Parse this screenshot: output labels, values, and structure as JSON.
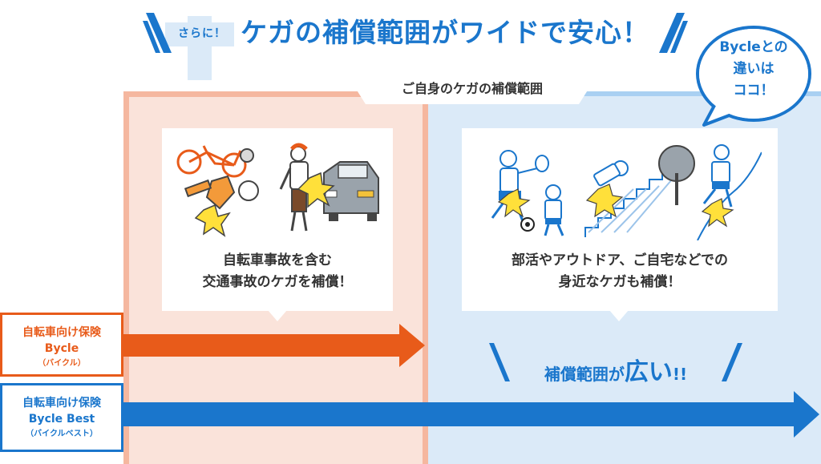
{
  "headline": {
    "prefix": "さらに！",
    "title": "ケガの補償範囲がワイドで安心！"
  },
  "bubble": {
    "line1": "Bycleとの",
    "line2": "違いは",
    "line3": "ココ！"
  },
  "scope_label": "ご自身のケガの補償範囲",
  "left_card": {
    "line1": "自転車事故を含む",
    "line2": "交通事故のケガを補償！"
  },
  "right_card": {
    "line1": "部活やアウトドア、ご自宅などでの",
    "line2": "身近なケガも補償！"
  },
  "insurance": {
    "bycle": {
      "line1": "自転車向け保険",
      "line2": "Bycle",
      "line3": "（バイクル）"
    },
    "bycle_best": {
      "line1": "自転車向け保険",
      "line2": "Bycle Best",
      "line3": "（バイクルベスト）"
    }
  },
  "wide_text": {
    "pre": "補償範囲が",
    "big": "広い",
    "post": "!!"
  },
  "colors": {
    "blue": "#1a76cc",
    "orange": "#e85b1a",
    "light_blue": "#dbeaf8",
    "peach": "#fae3da"
  }
}
